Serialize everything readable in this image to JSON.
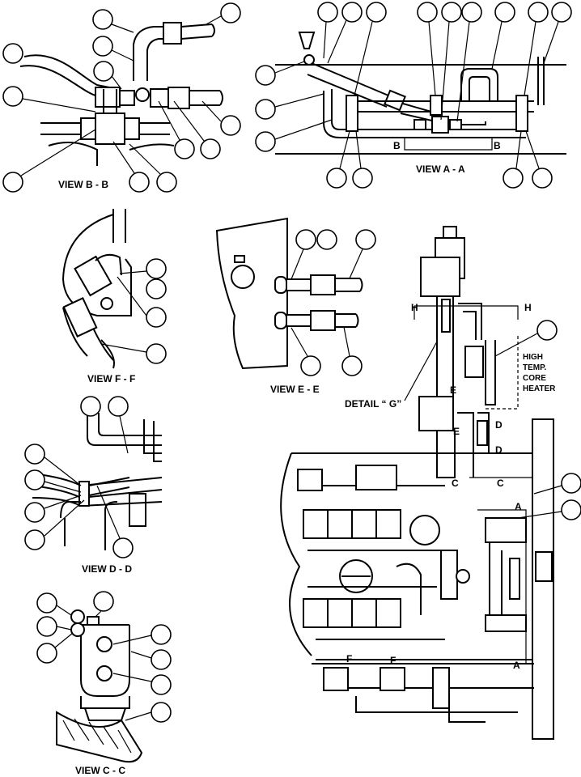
{
  "views": {
    "b_b": "VIEW B - B",
    "a_a": "VIEW A - A",
    "f_f": "VIEW F - F",
    "e_e": "VIEW E - E",
    "d_d": "VIEW D - D",
    "c_c": "VIEW C - C",
    "detail_g": "DETAIL “ G”"
  },
  "section_markers": {
    "b_left": "B",
    "b_right": "B",
    "h_left": "H",
    "h_right": "H",
    "e_top": "E",
    "e_bottom": "E",
    "d_top": "D",
    "d_bottom": "D",
    "c_left": "C",
    "c_right": "C",
    "a_top": "A",
    "a_bottom": "A",
    "f_left": "F",
    "f_right": "F"
  },
  "heater_note": {
    "line1": "HIGH",
    "line2": "TEMP.",
    "line3": "CORE",
    "line4": "HEATER"
  }
}
